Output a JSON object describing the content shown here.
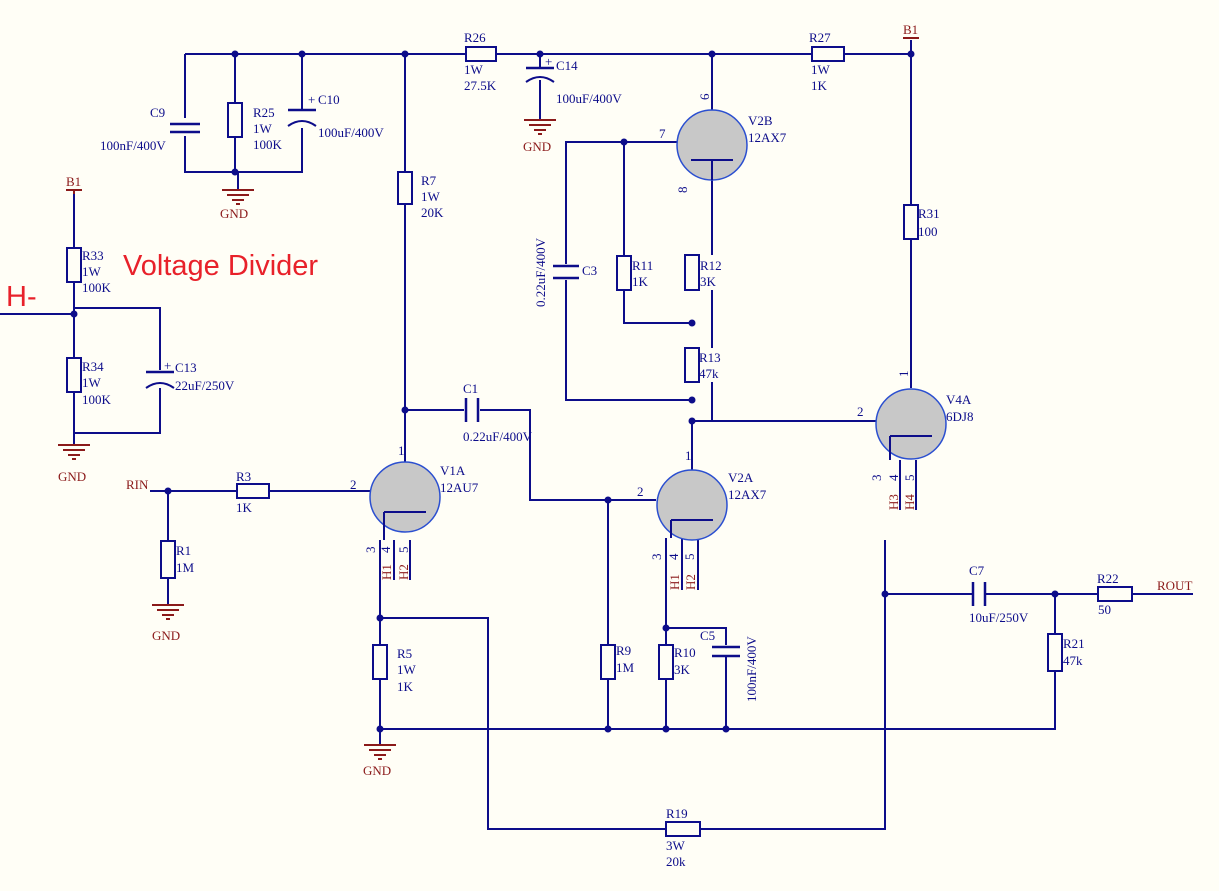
{
  "title": "Voltage Divider",
  "net_labels": {
    "b1": "B1",
    "gnd": "GND",
    "h_minus": "H-",
    "rin": "RIN",
    "rout": "ROUT"
  },
  "resistors": {
    "r1": {
      "ref": "R1",
      "value": "1M"
    },
    "r3": {
      "ref": "R3",
      "value": "1K"
    },
    "r5": {
      "ref": "R5",
      "power": "1W",
      "value": "1K"
    },
    "r7": {
      "ref": "R7",
      "power": "1W",
      "value": "20K"
    },
    "r9": {
      "ref": "R9",
      "value": "1M"
    },
    "r10": {
      "ref": "R10",
      "value": "3K"
    },
    "r11": {
      "ref": "R11",
      "value": "1K"
    },
    "r12": {
      "ref": "R12",
      "value": "3K"
    },
    "r13": {
      "ref": "R13",
      "value": "47k"
    },
    "r19": {
      "ref": "R19",
      "power": "3W",
      "value": "20k"
    },
    "r21": {
      "ref": "R21",
      "value": "47k"
    },
    "r22": {
      "ref": "R22",
      "value": "50"
    },
    "r25": {
      "ref": "R25",
      "power": "1W",
      "value": "100K"
    },
    "r26": {
      "ref": "R26",
      "power": "1W",
      "value": "27.5K"
    },
    "r27": {
      "ref": "R27",
      "power": "1W",
      "value": "1K"
    },
    "r31": {
      "ref": "R31",
      "value": "100"
    },
    "r33": {
      "ref": "R33",
      "power": "1W",
      "value": "100K"
    },
    "r34": {
      "ref": "R34",
      "power": "1W",
      "value": "100K"
    }
  },
  "capacitors": {
    "c1": {
      "ref": "C1",
      "value": "0.22uF/400V"
    },
    "c3": {
      "ref": "C3",
      "value": "0.22uF/400V"
    },
    "c5": {
      "ref": "C5",
      "value": "100nF/400V"
    },
    "c7": {
      "ref": "C7",
      "value": "10uF/250V"
    },
    "c9": {
      "ref": "C9",
      "value": "100nF/400V"
    },
    "c10": {
      "ref": "C10",
      "value": "100uF/400V"
    },
    "c13": {
      "ref": "C13",
      "value": "22uF/250V"
    },
    "c14": {
      "ref": "C14",
      "value": "100uF/400V"
    }
  },
  "polarity_mark": "+",
  "tubes": {
    "v1a": {
      "ref": "V1A",
      "type": "12AU7"
    },
    "v2a": {
      "ref": "V2A",
      "type": "12AX7"
    },
    "v2b": {
      "ref": "V2B",
      "type": "12AX7"
    },
    "v4a": {
      "ref": "V4A",
      "type": "6DJ8"
    }
  },
  "pins": {
    "p1": "1",
    "p2": "2",
    "p3": "3",
    "p4": "4",
    "p5": "5",
    "p6": "6",
    "p7": "7",
    "p8": "8"
  },
  "heaters": {
    "h1": "H1",
    "h2": "H2",
    "h3": "H3",
    "h4": "H4"
  },
  "colors": {
    "wire": "#0d0d8a",
    "net_label": "#8b1a1a",
    "annotation": "#e8212a",
    "tube_fill": "#c8c8c8"
  }
}
